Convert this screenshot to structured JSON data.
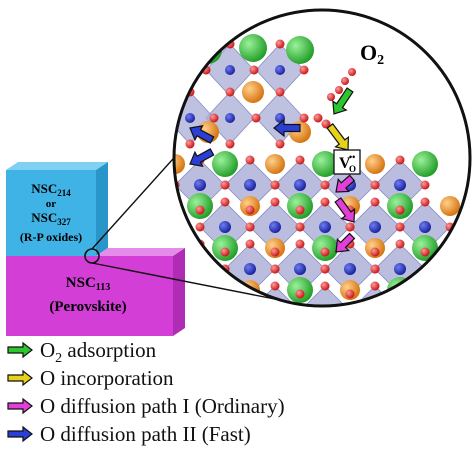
{
  "block_top": {
    "lines": [
      "NSC214",
      "or",
      "NSC327",
      "(R-P oxides)"
    ],
    "line1_main": "NSC",
    "line1_sub": "214",
    "line2": "or",
    "line3_main": "NSC",
    "line3_sub": "327",
    "line4": "(R-P oxides)"
  },
  "block_bottom": {
    "line1_main": "NSC",
    "line1_sub": "113",
    "line2": "(Perovskite)"
  },
  "zoom": {
    "o2_main": "O",
    "o2_sub": "2",
    "vacancy_label": "V",
    "vacancy_sup": "••",
    "vacancy_sub": "O"
  },
  "legend": [
    {
      "color": "#2ec62e",
      "main": "O",
      "sub": "2",
      "rest": " adsorption"
    },
    {
      "color": "#e6d21a",
      "main": "O incorporation",
      "sub": "",
      "rest": ""
    },
    {
      "color": "#e23fd8",
      "main": "O diffusion path I   (Ordinary)",
      "sub": "",
      "rest": ""
    },
    {
      "color": "#2b3fd6",
      "main": "O diffusion path II (Fast)",
      "sub": "",
      "rest": ""
    }
  ],
  "colors": {
    "block_top": "#3fb3e6",
    "block_bottom": "#d23ed6",
    "octahedron": "#a9acd6",
    "oxygen": "#e21b1b",
    "a_site_green": "#36c23a",
    "a_site_orange": "#ee8a1a",
    "b_site_blue": "#1e2ab8"
  },
  "icons": {
    "green_arrow": "arrow-icon",
    "yellow_arrow": "arrow-icon",
    "magenta_arrow": "arrow-icon",
    "blue_arrow": "arrow-icon"
  }
}
